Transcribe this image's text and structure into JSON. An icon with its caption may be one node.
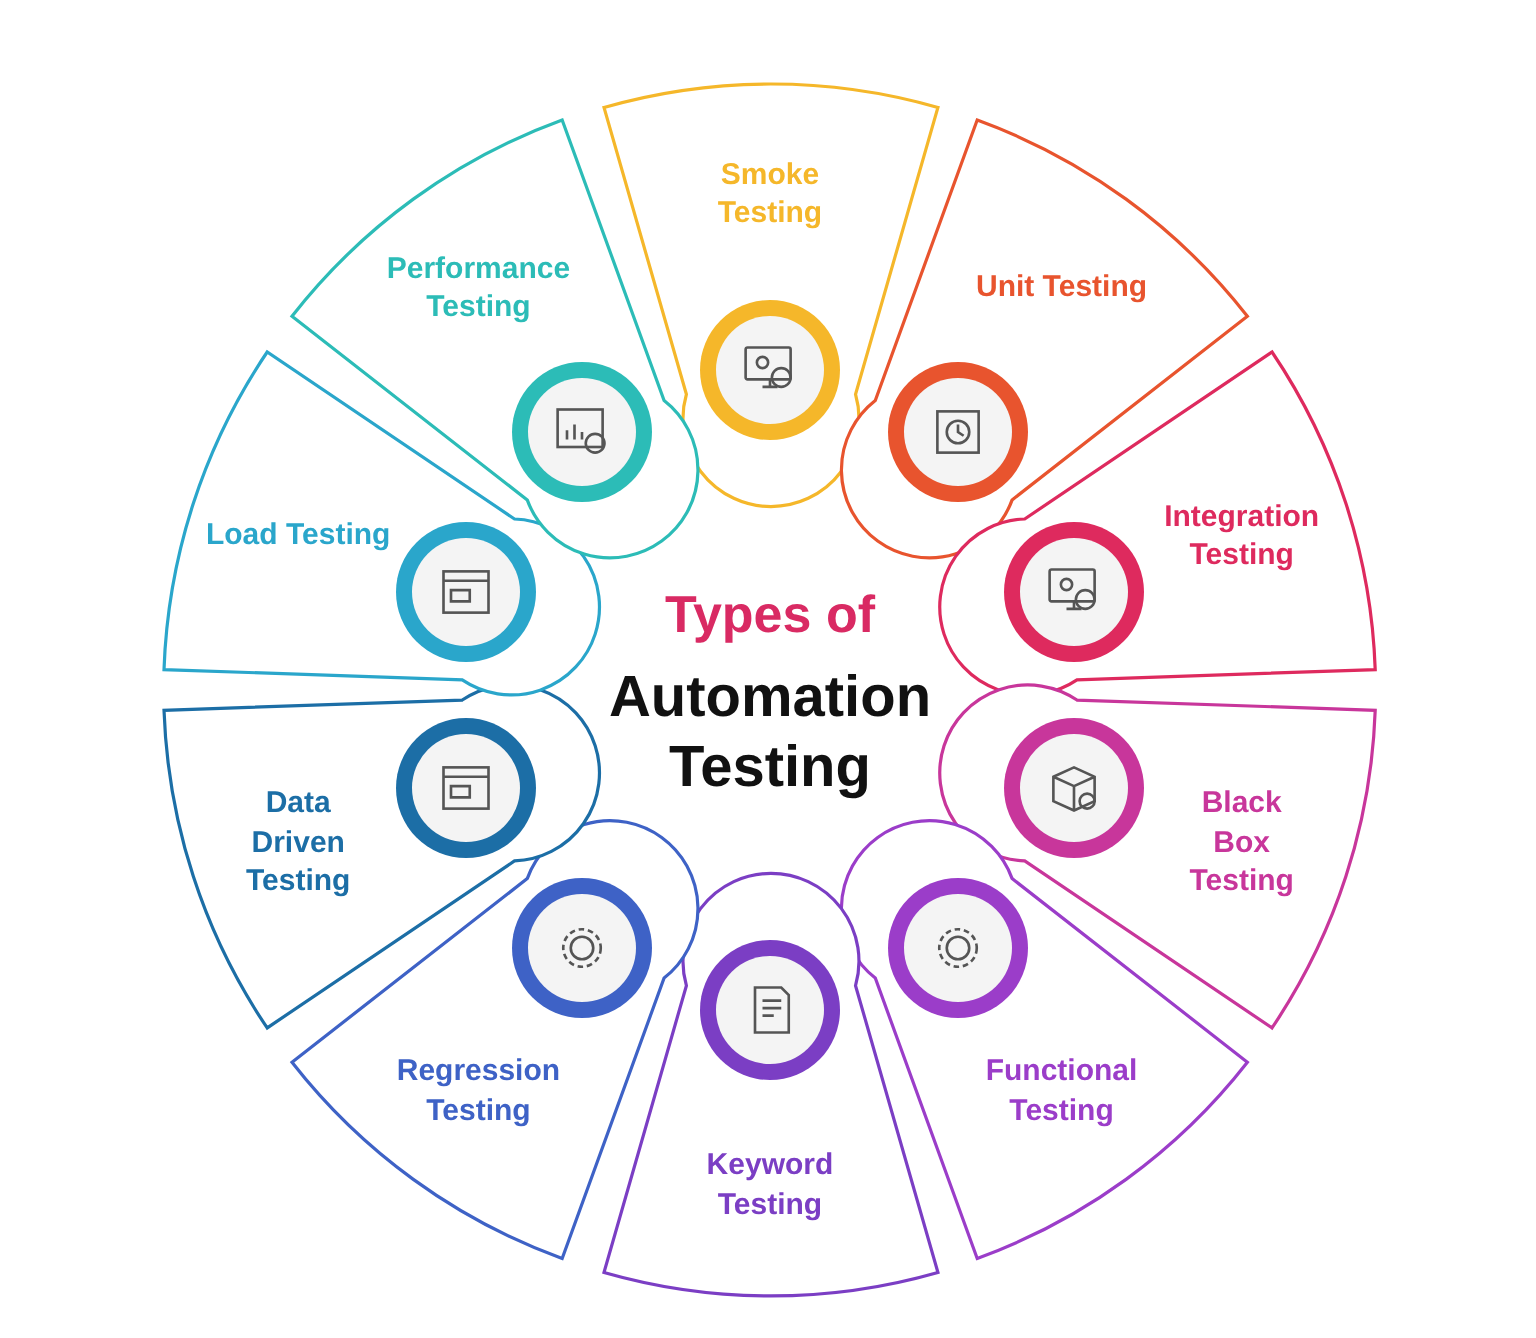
{
  "diagram": {
    "nodes": [
      {
        "text": [
          "Smoke Testing"
        ]
      },
      {
        "text": [
          "Unit Testing"
        ]
      },
      {
        "text": [
          "Integration Testing"
        ]
      },
      {
        "text": [
          "Black Box Testing"
        ]
      },
      {
        "text": [
          "Functional Testing"
        ]
      },
      {
        "text": [
          "Keyword Testing"
        ]
      },
      {
        "text": [
          "Regression Testing"
        ]
      },
      {
        "text": [
          "Data Driven Testing"
        ]
      },
      {
        "text": [
          "Load Testing"
        ]
      },
      {
        "text": [
          "Performance Testing"
        ]
      }
    ],
    "edges": [],
    "labels": [
      "Types of",
      "Automation Testing"
    ]
  }
}
